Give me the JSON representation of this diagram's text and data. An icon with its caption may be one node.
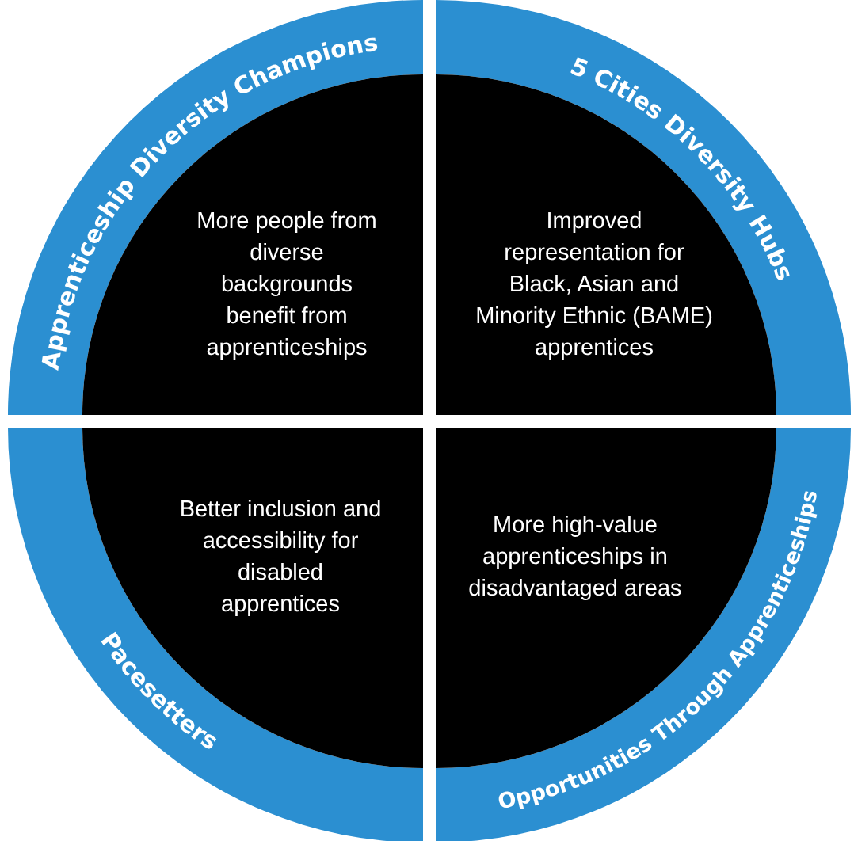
{
  "diagram": {
    "nodes": [
      {
        "text": [
          "Apprenticeship Diversity Champions",
          "More people from diverse backgrounds benefit from apprenticeships"
        ]
      },
      {
        "text": [
          "5 Cities Diversity Hubs",
          "Improved representation for Black, Asian and Minority Ethnic (BAME) apprentices"
        ]
      },
      {
        "text": [
          "Better inclusion and accessibility for disabled apprentices",
          "Pacesetters"
        ]
      },
      {
        "text": [
          "More high-value apprenticeships in disadvantaged areas",
          "Opportunities Through Apprenticeships"
        ]
      }
    ]
  }
}
